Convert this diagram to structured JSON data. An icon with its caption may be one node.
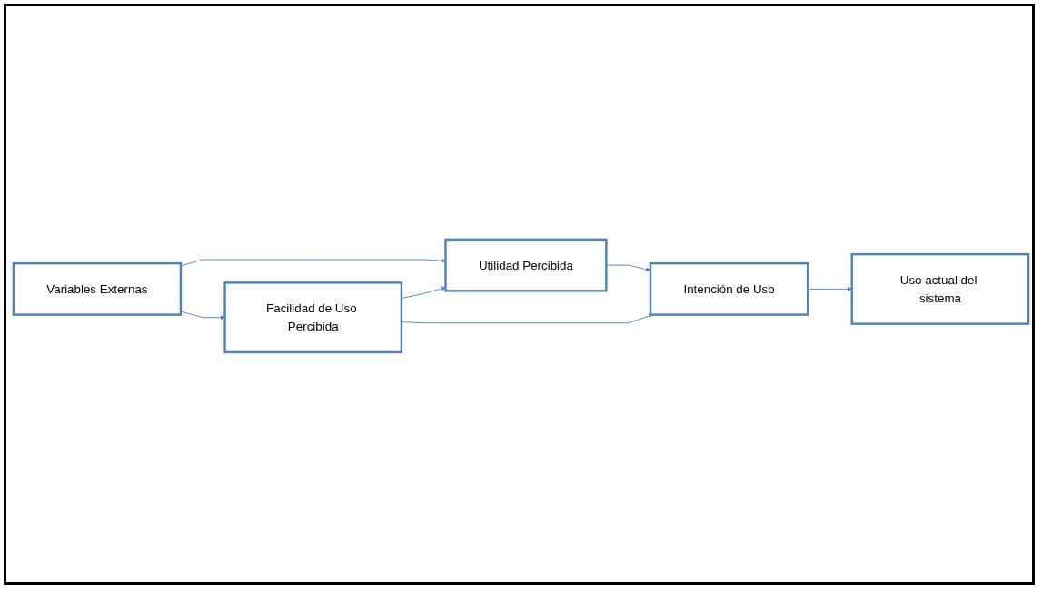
{
  "diagram": {
    "nodes": [
      {
        "text": [
          "Variables Externas"
        ]
      },
      {
        "text": [
          "Utilidad Percibida"
        ]
      },
      {
        "text": [
          "Facilidad de Uso Percibida"
        ]
      },
      {
        "text": [
          "Intención de Uso"
        ]
      },
      {
        "text": [
          "Uso actual del sistema"
        ]
      }
    ],
    "edges": [
      {
        "from": 0,
        "to": 1,
        "arrow": "to"
      },
      {
        "from": 0,
        "to": 2,
        "arrow": "to"
      },
      {
        "from": 2,
        "to": 1,
        "arrow": "to"
      },
      {
        "from": 1,
        "to": 3,
        "arrow": "to"
      },
      {
        "from": 2,
        "to": 3,
        "arrow": "to"
      },
      {
        "from": 3,
        "to": 4,
        "arrow": "to"
      }
    ]
  }
}
